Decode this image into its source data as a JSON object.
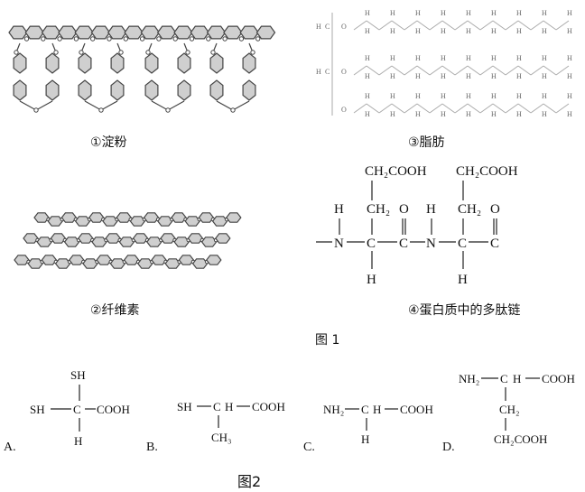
{
  "figure1": {
    "starch_caption": "①淀粉",
    "cellulose_caption": "②纤维素",
    "fat_caption": "③脂肪",
    "protein_caption": "④蛋白质中的多肽链",
    "figure_label": "图 1",
    "peptide": {
      "side_chain_1": "CH₂COOH",
      "side_chain_2": "CH₂COOH",
      "ch2_left": "CH₂",
      "ch2_right": "CH₂",
      "o_left": "O",
      "o_right": "O",
      "h_top_left": "H",
      "h_top_mid": "H",
      "h_bottom_left": "H",
      "h_bottom_right": "H",
      "backbone_n1": "N",
      "backbone_c1": "C",
      "backbone_c2": "C",
      "backbone_n2": "N",
      "backbone_c3": "C",
      "backbone_c4": "C"
    },
    "fat_atoms": {
      "h": "H",
      "c": "C",
      "o": "O"
    }
  },
  "figure2": {
    "figure_label": "图2",
    "options": [
      {
        "letter": "A.",
        "top": "SH",
        "left": "SH",
        "center": "C",
        "right": "COOH",
        "bottom": "H"
      },
      {
        "letter": "B.",
        "left": "SH",
        "center": "C",
        "center_h": "H",
        "right": "COOH",
        "bottom": "CH₃"
      },
      {
        "letter": "C.",
        "left": "NH₂",
        "center": "C",
        "center_h": "H",
        "right": "COOH",
        "bottom": "H"
      },
      {
        "letter": "D.",
        "left": "NH₂",
        "center": "C",
        "center_h": "H",
        "right": "COOH",
        "mid": "CH₂",
        "bottom": "CH₂COOH"
      }
    ]
  }
}
